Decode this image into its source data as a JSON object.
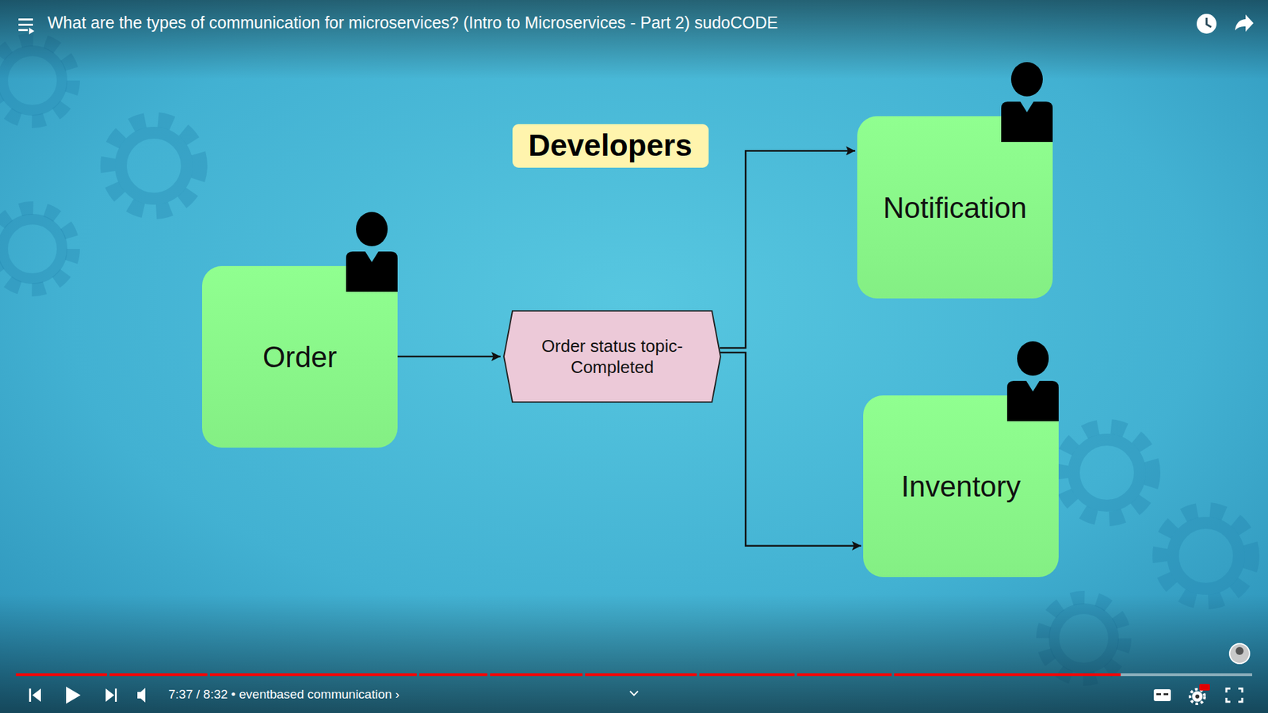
{
  "diagram": {
    "title": "What are the types of communication for microservices? (Intro to Microservices - Part 2) sudoCODE",
    "nodes": [
      {
        "text": [
          "Developers"
        ]
      },
      {
        "text": [
          "Order"
        ]
      },
      {
        "text": [
          "Order status topic- Completed"
        ]
      },
      {
        "text": [
          "Notification"
        ]
      },
      {
        "text": [
          "Inventory"
        ]
      }
    ],
    "edges": [
      {
        "from": 1,
        "to": 2,
        "arrow": "to"
      },
      {
        "from": 2,
        "to": 3,
        "arrow": "to"
      },
      {
        "from": 2,
        "to": 4,
        "arrow": "to"
      }
    ],
    "labels": [
      "7:37 / 8:32 • eventbased communication ›"
    ]
  }
}
